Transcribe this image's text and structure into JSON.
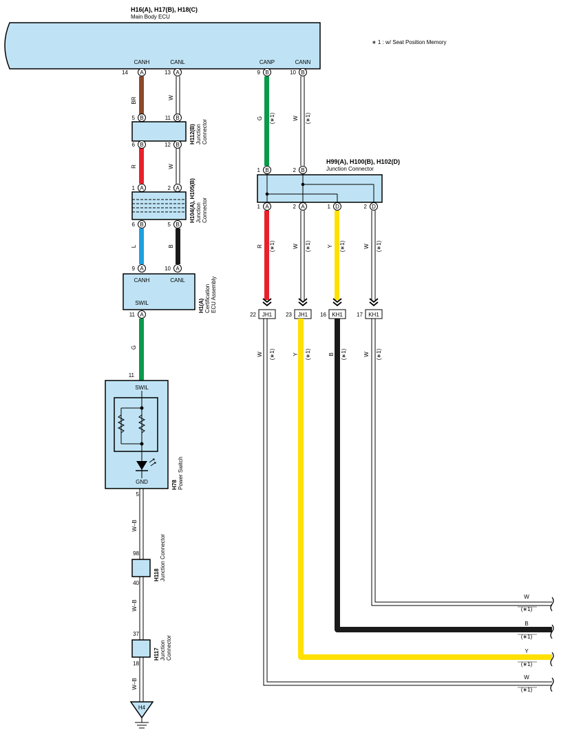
{
  "main_ecu": {
    "connector_ids": "H16(A), H17(B), H18(C)",
    "name": "Main Body ECU",
    "pins": [
      {
        "num": "14",
        "conn": "A",
        "signal": "CANH"
      },
      {
        "num": "13",
        "conn": "A",
        "signal": "CANL"
      },
      {
        "num": "9",
        "conn": "B",
        "signal": "CANP"
      },
      {
        "num": "10",
        "conn": "B",
        "signal": "CANN"
      }
    ]
  },
  "footnote": "∗ 1 : w/ Seat Position Memory",
  "option_mark": "(∗1)",
  "h112": {
    "id": "H112(B)",
    "name_line1": "Junction",
    "name_line2": "Connector",
    "pins": [
      {
        "num": "5",
        "conn": "B"
      },
      {
        "num": "11",
        "conn": "B"
      },
      {
        "num": "6",
        "conn": "B"
      },
      {
        "num": "12",
        "conn": "B"
      }
    ]
  },
  "h104": {
    "id": "H104(A), H105(B)",
    "name_line1": "Junction",
    "name_line2": "Connector",
    "pins": [
      {
        "num": "1",
        "conn": "A"
      },
      {
        "num": "2",
        "conn": "A"
      },
      {
        "num": "6",
        "conn": "B"
      },
      {
        "num": "5",
        "conn": "B"
      }
    ]
  },
  "h1": {
    "id": "H1(A)",
    "name_line1": "Certification",
    "name_line2": "ECU Assembly",
    "pins": [
      {
        "num": "9",
        "conn": "A"
      },
      {
        "num": "10",
        "conn": "A"
      },
      {
        "num": "11",
        "conn": "A"
      }
    ],
    "canh": "CANH",
    "canl": "CANL",
    "swil": "SWIL"
  },
  "h78": {
    "id": "H78",
    "name": "Power Switch",
    "pin_top": "11",
    "pin_bottom": "5",
    "swil": "SWIL",
    "gnd": "GND"
  },
  "h118": {
    "id": "H118",
    "name": "Junction Connector",
    "pin_top": "98",
    "pin_bottom": "40"
  },
  "h117": {
    "id": "H117",
    "name_line1": "Junction",
    "name_line2": "Connector",
    "pin_top": "37",
    "pin_bottom": "18"
  },
  "ground": "H4",
  "h99": {
    "id": "H99(A), H100(B), H102(D)",
    "name": "Junction Connector",
    "pins_top": [
      {
        "num": "1",
        "conn": "B"
      },
      {
        "num": "2",
        "conn": "B"
      }
    ],
    "pins_bottom": [
      {
        "num": "1",
        "conn": "A"
      },
      {
        "num": "2",
        "conn": "A"
      },
      {
        "num": "1",
        "conn": "D"
      },
      {
        "num": "2",
        "conn": "D"
      }
    ]
  },
  "inline_connectors": [
    {
      "num": "22",
      "name": "JH1"
    },
    {
      "num": "23",
      "name": "JH1"
    },
    {
      "num": "16",
      "name": "KH1"
    },
    {
      "num": "17",
      "name": "KH1"
    }
  ],
  "wire_colors": {
    "BR": "BR",
    "W": "W",
    "R": "R",
    "L": "L",
    "B": "B",
    "G": "G",
    "Y": "Y",
    "WB": "W–B"
  },
  "colors": {
    "brown": "#8b4a2b",
    "white": "#ffffff",
    "red": "#e8202a",
    "blue": "#1ea0e0",
    "black": "#1a1a1a",
    "green": "#0a9a4a",
    "yellow": "#ffe000",
    "box_fill": "#bfe3f4"
  }
}
